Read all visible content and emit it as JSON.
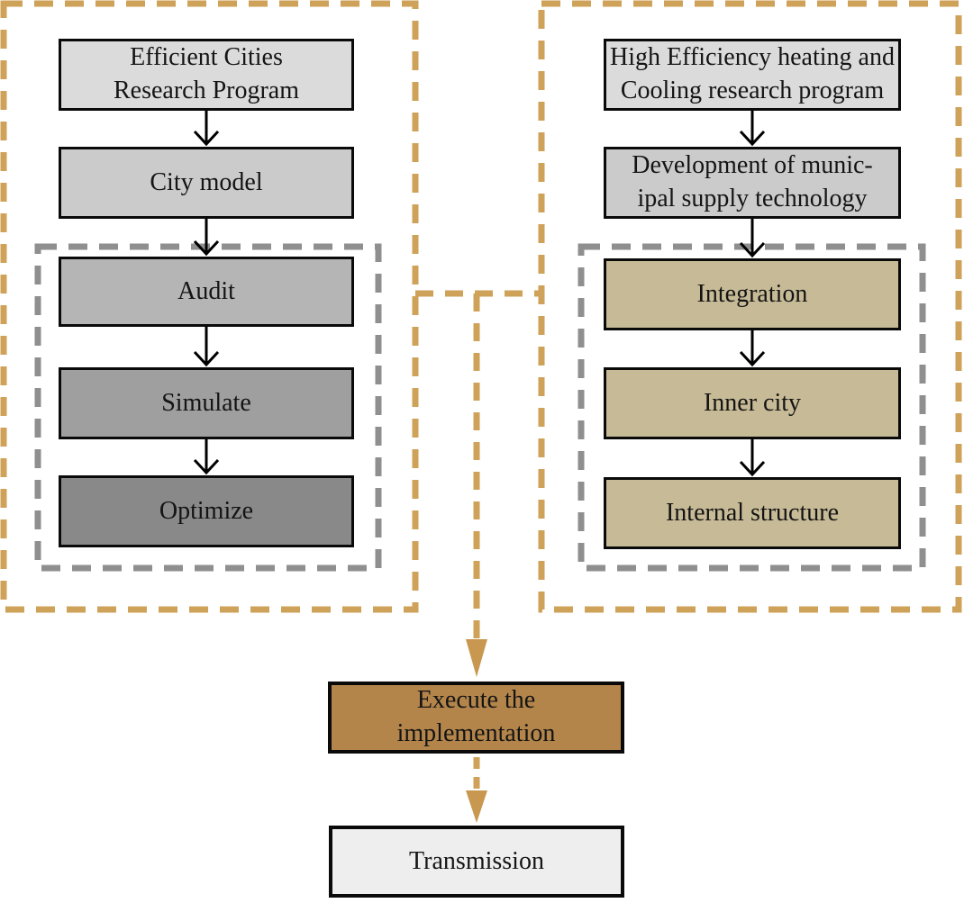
{
  "diagram": {
    "left_column": {
      "program": "Efficient Cities\nResearch Program",
      "city_model": "City model",
      "audit": "Audit",
      "simulate": "Simulate",
      "optimize": "Optimize"
    },
    "right_column": {
      "program": "High Efficiency heating and\nCooling research program",
      "development": "Development of munic-\nipal supply technology",
      "integration": "Integration",
      "inner_city": "Inner city",
      "internal_structure": "Internal structure"
    },
    "bottom": {
      "execute": "Execute the\nimplementation",
      "transmission": "Transmission"
    },
    "colors": {
      "outer_dashed_border": "#CFA25A",
      "inner_dashed_border": "#8F8F8F",
      "tan_arrow": "#C89850",
      "black_arrow": "#000000",
      "box_border": "#0A0A0A",
      "fill_light_gray": "#DBDBDB",
      "fill_gray": "#CBCBCB",
      "fill_mid_gray": "#B5B5B5",
      "fill_dark_gray_1": "#9F9F9F",
      "fill_dark_gray_2": "#898989",
      "fill_tan": "#C7BA96",
      "fill_brown": "#B4854B",
      "fill_white_gray": "#EEEEEE"
    }
  }
}
